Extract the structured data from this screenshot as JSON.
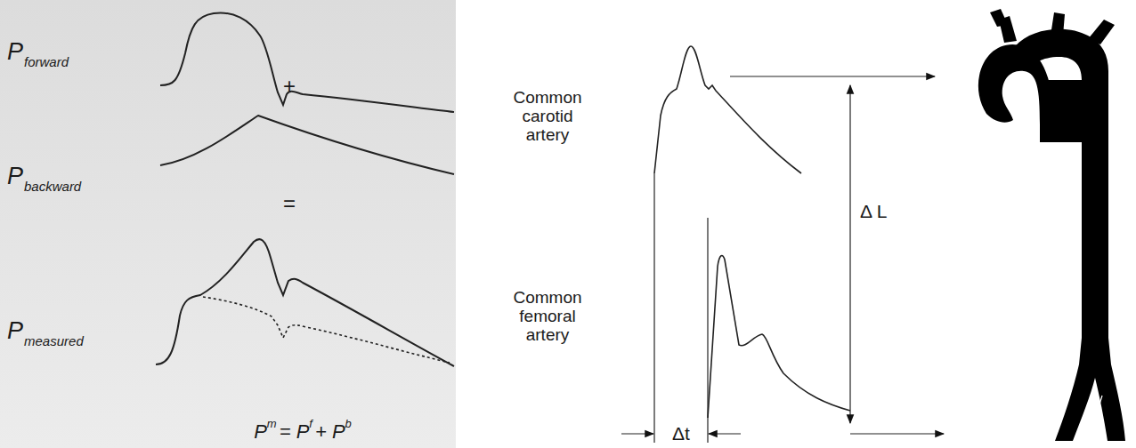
{
  "diagram": {
    "labels": [
      "P",
      "forward",
      "+",
      "P",
      "backward",
      "=",
      "P",
      "measured",
      "P",
      "m",
      "= P",
      "f",
      "+ P",
      "b",
      "Common carotid artery",
      "Common femoral artery",
      "Δ L",
      "Δt"
    ]
  }
}
